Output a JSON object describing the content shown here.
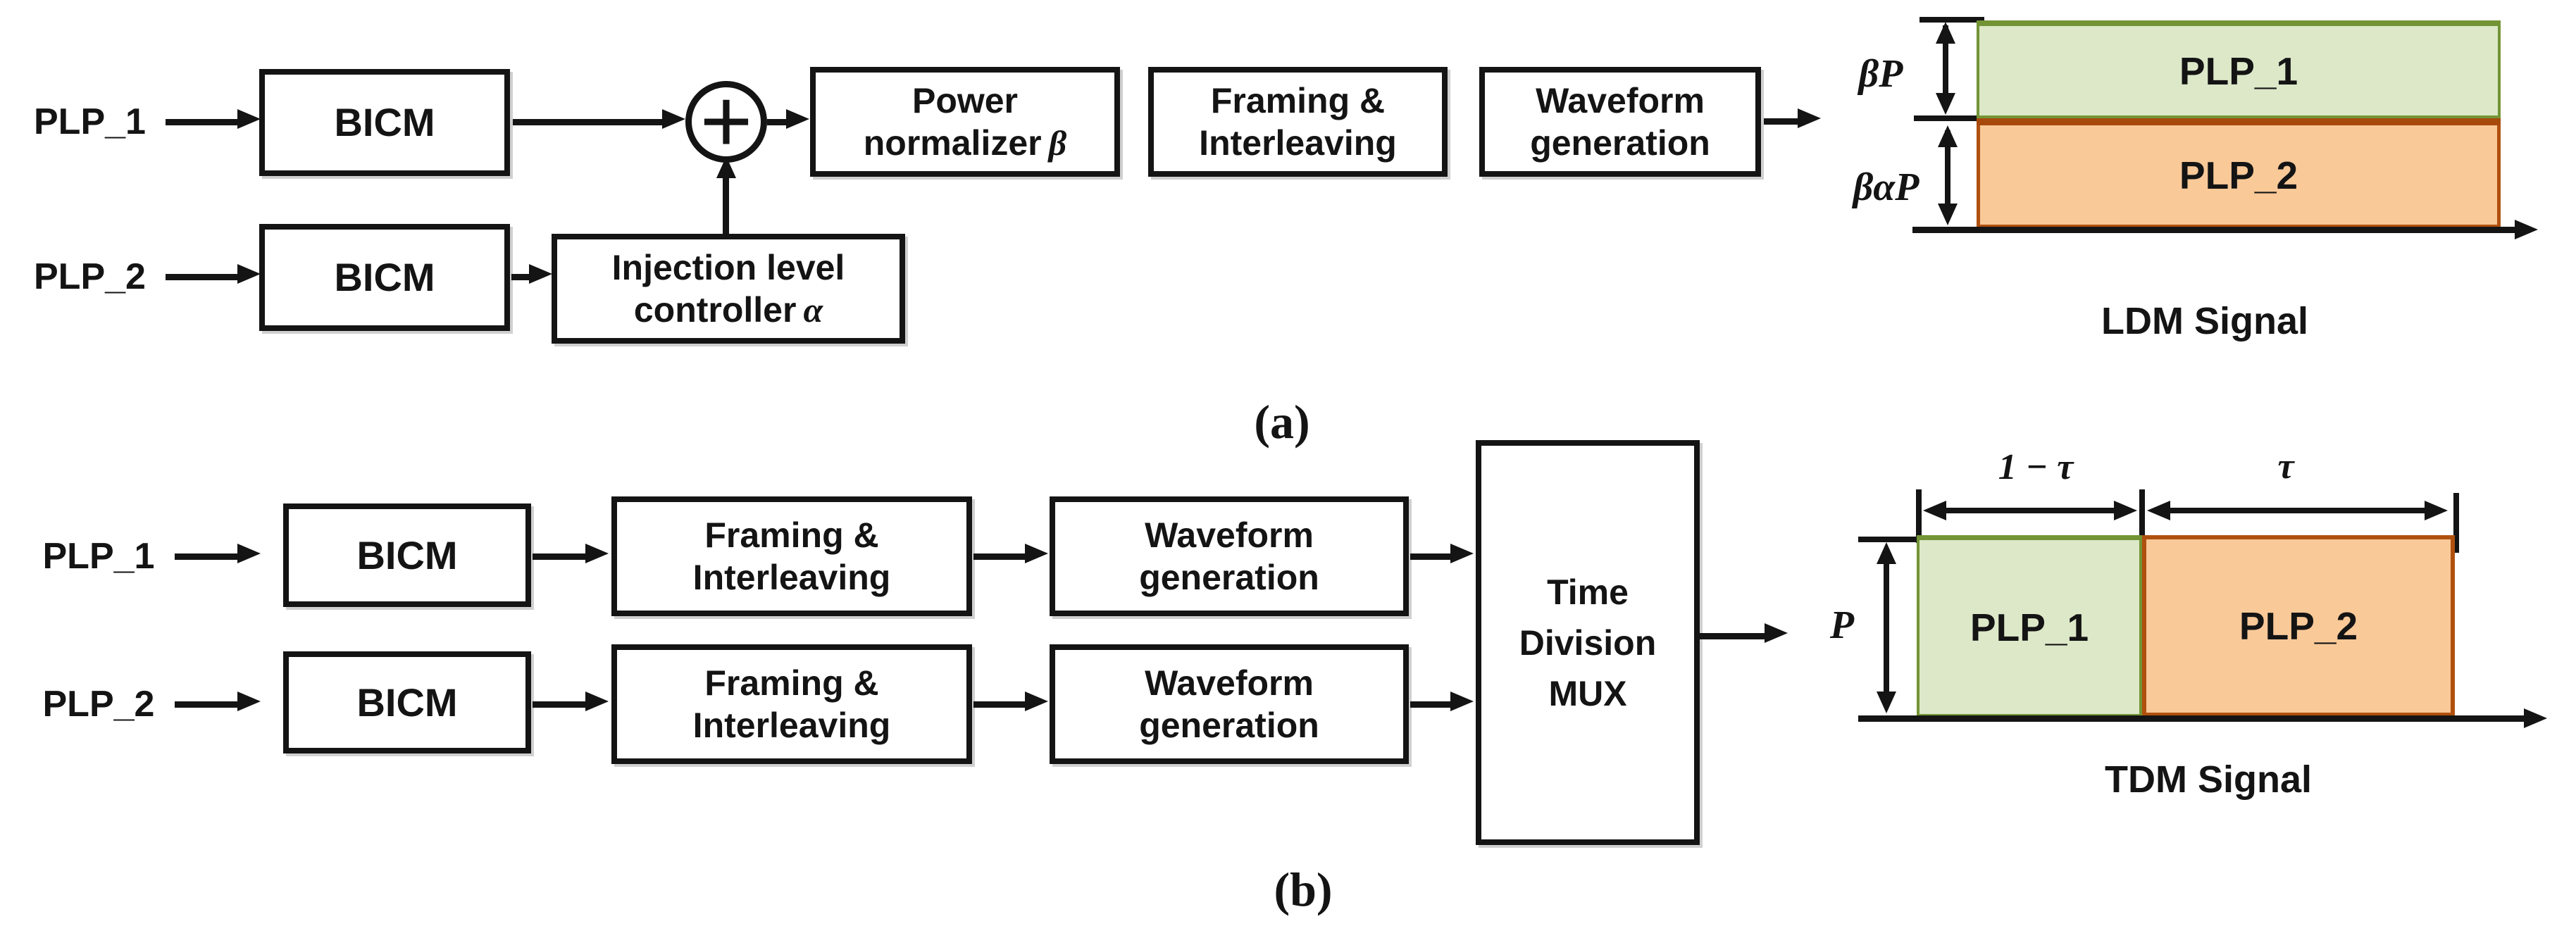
{
  "figure": {
    "panel_a": {
      "caption": "(a)",
      "inputs": {
        "plp1": "PLP_1",
        "plp2": "PLP_2"
      },
      "blocks": {
        "bicm1": "BICM",
        "bicm2": "BICM",
        "adder": "+",
        "injection": {
          "line1": "Injection level",
          "line2_text": "controller",
          "line2_symbol": "α"
        },
        "power": {
          "line1": "Power",
          "line2_text": "normalizer",
          "line2_symbol": "β"
        },
        "framing": {
          "line1": "Framing &",
          "line2": "Interleaving"
        },
        "waveform": {
          "line1": "Waveform",
          "line2": "generation"
        }
      },
      "signal": {
        "title": "LDM Signal",
        "layers": {
          "top": {
            "label": "PLP_1",
            "power": "βP"
          },
          "bottom": {
            "label": "PLP_2",
            "power": "βαP"
          }
        }
      }
    },
    "panel_b": {
      "caption": "(b)",
      "inputs": {
        "plp1": "PLP_1",
        "plp2": "PLP_2"
      },
      "blocks": {
        "bicm1": "BICM",
        "bicm2": "BICM",
        "framing1": {
          "line1": "Framing &",
          "line2": "Interleaving"
        },
        "framing2": {
          "line1": "Framing &",
          "line2": "Interleaving"
        },
        "waveform1": {
          "line1": "Waveform",
          "line2": "generation"
        },
        "waveform2": {
          "line1": "Waveform",
          "line2": "generation"
        },
        "mux": {
          "line1": "Time",
          "line2": "Division",
          "line3": "MUX"
        }
      },
      "signal": {
        "title": "TDM Signal",
        "power": "P",
        "slots": {
          "first": {
            "label": "PLP_1",
            "duration": "1 − τ"
          },
          "second": {
            "label": "PLP_2",
            "duration": "τ"
          }
        }
      }
    },
    "colors": {
      "plp1_fill": "#dce8c8",
      "plp1_border": "#739435",
      "plp2_fill": "#f9c998",
      "plp2_border": "#b0500e",
      "line": "#141414"
    }
  }
}
